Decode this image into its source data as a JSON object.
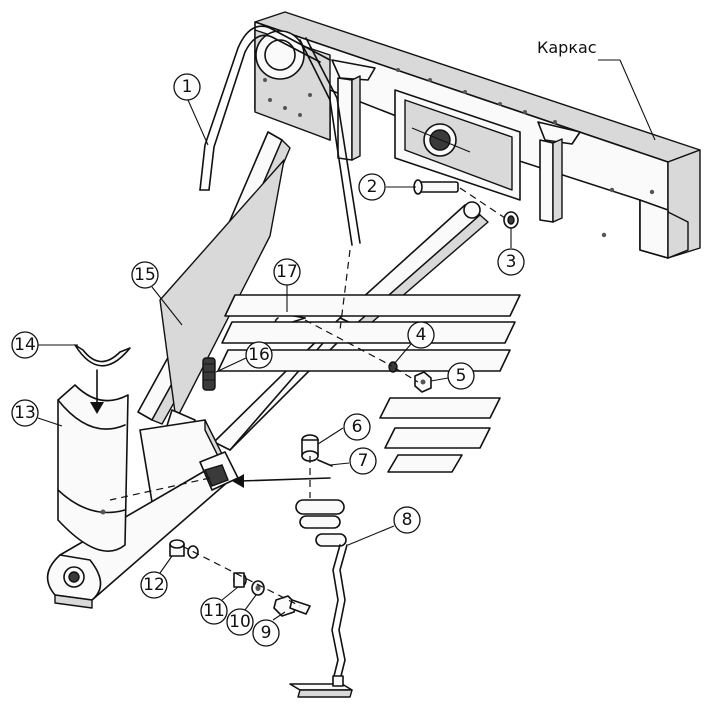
{
  "title": "Каркас",
  "callouts": [
    {
      "id": "1",
      "label": "1"
    },
    {
      "id": "2",
      "label": "2"
    },
    {
      "id": "3",
      "label": "3"
    },
    {
      "id": "4",
      "label": "4"
    },
    {
      "id": "5",
      "label": "5"
    },
    {
      "id": "6",
      "label": "6"
    },
    {
      "id": "7",
      "label": "7"
    },
    {
      "id": "8",
      "label": "8"
    },
    {
      "id": "9",
      "label": "9"
    },
    {
      "id": "10",
      "label": "10"
    },
    {
      "id": "11",
      "label": "11"
    },
    {
      "id": "12",
      "label": "12"
    },
    {
      "id": "13",
      "label": "13"
    },
    {
      "id": "14",
      "label": "14"
    },
    {
      "id": "15",
      "label": "15"
    },
    {
      "id": "16",
      "label": "16"
    },
    {
      "id": "17",
      "label": "17"
    }
  ]
}
